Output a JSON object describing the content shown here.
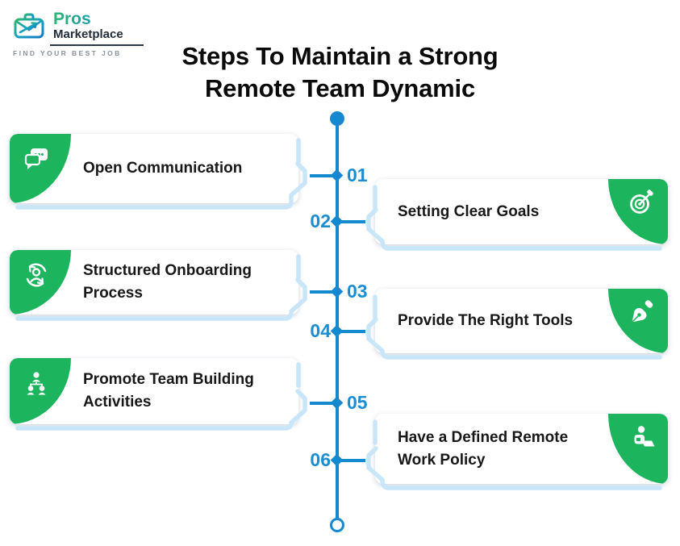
{
  "logo": {
    "brand_top": "Pros",
    "brand_bottom": "Marketplace",
    "tagline": "FIND YOUR BEST JOB"
  },
  "title": {
    "line1": "Steps To Maintain a Strong",
    "line2": "Remote Team Dynamic"
  },
  "steps": [
    {
      "num": "01",
      "label": "Open Communication",
      "side": "left",
      "icon": "chat-bubbles-icon"
    },
    {
      "num": "02",
      "label": "Setting Clear Goals",
      "side": "right",
      "icon": "target-dart-icon"
    },
    {
      "num": "03",
      "label": "Structured Onboarding Process",
      "side": "left",
      "icon": "user-sync-icon"
    },
    {
      "num": "04",
      "label": "Provide The Right Tools",
      "side": "right",
      "icon": "pen-nib-icon"
    },
    {
      "num": "05",
      "label": "Promote Team Building Activities",
      "side": "left",
      "icon": "team-hierarchy-icon"
    },
    {
      "num": "06",
      "label": "Have a Defined Remote Work Policy",
      "side": "right",
      "icon": "remote-worker-icon"
    }
  ],
  "colors": {
    "accent_green": "#1cb55e",
    "timeline_blue": "#1589cf",
    "number_blue": "#1b8ed3",
    "light_blue": "#c8e6f8",
    "title_text": "#0a0a0a"
  }
}
